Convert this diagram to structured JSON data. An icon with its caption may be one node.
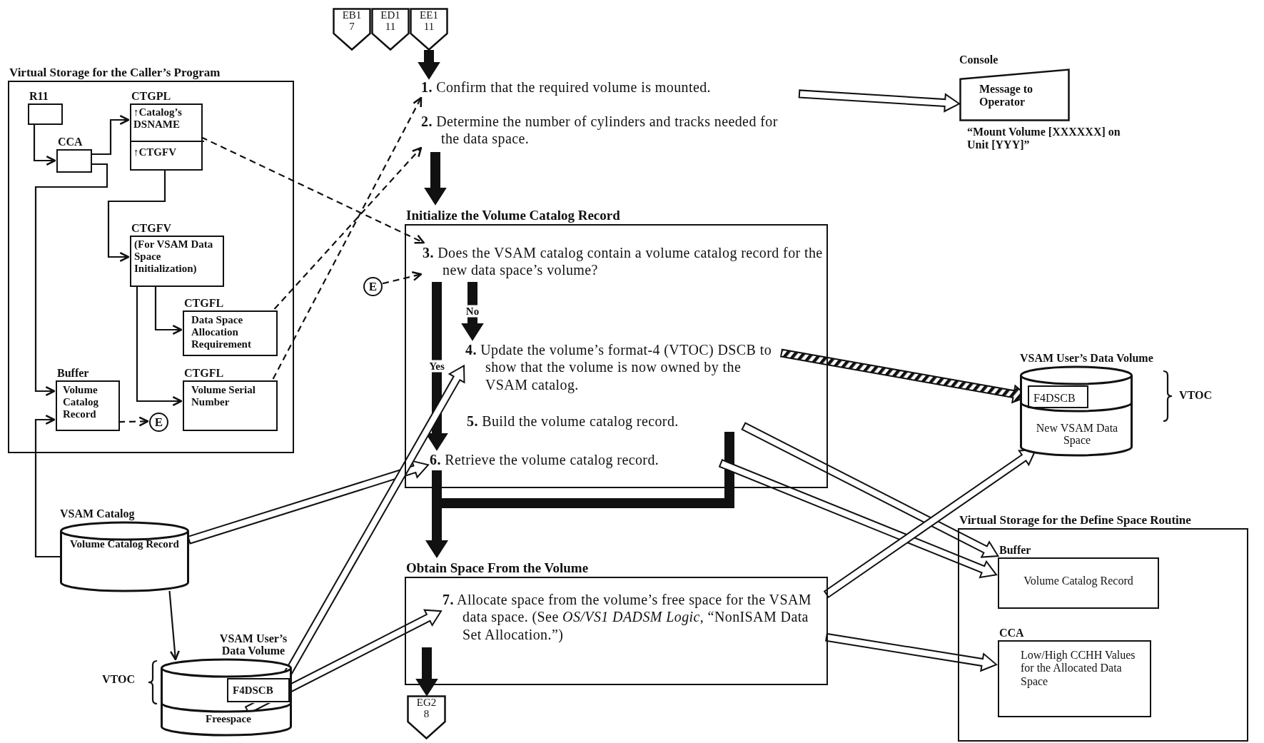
{
  "diagram": {
    "nodes": [
      {
        "text": [
          "Virtual Storage for the Caller’s Program"
        ]
      },
      {
        "text": [
          "R11"
        ],
        "in": 0
      },
      {
        "text": [
          "CCA"
        ],
        "in": 0
      },
      {
        "text": [
          "CTGPL"
        ],
        "in": 0
      },
      {
        "text": [
          "↑Catalog’s DSNAME"
        ],
        "in": 3
      },
      {
        "text": [
          "↑CTGFV"
        ],
        "in": 3
      },
      {
        "text": [
          "CTGFV",
          "(For VSAM Data Space Initialization)"
        ],
        "in": 0
      },
      {
        "text": [
          "CTGFL",
          "Data Space Allocation Requirement"
        ],
        "in": 0
      },
      {
        "text": [
          "CTGFL",
          "Volume Serial Number"
        ],
        "in": 0
      },
      {
        "text": [
          "Buffer",
          "Volume Catalog Record"
        ],
        "in": 0
      },
      {
        "text": [
          "E"
        ],
        "in": 0
      },
      {
        "text": [
          "VSAM Catalog",
          "Volume Catalog Record"
        ]
      },
      {
        "text": [
          "VSAM User’s Data Volume"
        ],
        "beside": [
          "VTOC"
        ]
      },
      {
        "text": [
          "F4DSCB"
        ],
        "in": 12
      },
      {
        "text": [
          "Freespace"
        ],
        "in": 12
      },
      {
        "text": [
          "EB1",
          "7"
        ]
      },
      {
        "text": [
          "ED1",
          "11"
        ]
      },
      {
        "text": [
          "EE1",
          "11"
        ]
      },
      {
        "text": [
          "**1.** Confirm that the required volume is mounted."
        ]
      },
      {
        "text": [
          "**2.** Determine the number of cylinders and tracks needed for the data space."
        ]
      },
      {
        "text": [
          "Console",
          "Message to Operator"
        ],
        "beside": [
          "“Mount Volume [XXXXXX] on Unit [YYY]”"
        ]
      },
      {
        "text": [
          "Initialize the Volume Catalog Record"
        ]
      },
      {
        "text": [
          "**3.** Does the VSAM catalog contain a volume catalog record for the new data space’s volume?"
        ],
        "in": 21
      },
      {
        "text": [
          "**4.** Update the volume’s format-4 (VTOC) DSCB to show that the volume is now owned by the VSAM catalog."
        ],
        "in": 21
      },
      {
        "text": [
          "**5.** Build the volume catalog record."
        ],
        "in": 21
      },
      {
        "text": [
          "**6.** Retrieve the volume catalog record."
        ],
        "in": 21
      },
      {
        "text": [
          "Obtain Space From the Volume"
        ]
      },
      {
        "text": [
          "**7.** Allocate space from the volume’s free space for the VSAM data space. (See *OS/VS1 DADSM Logic*, “NonISAM Data Set Allocation.”)"
        ],
        "in": 26
      },
      {
        "text": [
          "EG2",
          "8"
        ]
      },
      {
        "text": [
          "VSAM User’s Data Volume"
        ],
        "beside": [
          "VTOC"
        ]
      },
      {
        "text": [
          "F4DSCB"
        ],
        "in": 29
      },
      {
        "text": [
          "New VSAM Data Space"
        ],
        "in": 29
      },
      {
        "text": [
          "Virtual Storage for the Define Space Routine"
        ]
      },
      {
        "text": [
          "Buffer",
          "Volume Catalog Record"
        ],
        "in": 32
      },
      {
        "text": [
          "CCA",
          "Low/High CCHH Values for the Allocated Data Space"
        ],
        "in": 32
      },
      {
        "text": [
          "E"
        ]
      }
    ],
    "edges": [
      {
        "from": 1,
        "to": 2,
        "arrow": "to"
      },
      {
        "from": 2,
        "to": 4,
        "arrow": "to"
      },
      {
        "from": 2,
        "to": 9,
        "arrow": "to"
      },
      {
        "from": 5,
        "to": 6,
        "arrow": "to"
      },
      {
        "from": 6,
        "to": 7,
        "arrow": "to"
      },
      {
        "from": 6,
        "to": 8,
        "arrow": "to"
      },
      {
        "from": 11,
        "to": 9,
        "arrow": "to"
      },
      {
        "from": 9,
        "to": 10,
        "arrow": "to",
        "style": "dashed"
      },
      {
        "from": 4,
        "to": 22,
        "arrow": "to",
        "style": "dashed"
      },
      {
        "from": 8,
        "to": 18,
        "arrow": "to",
        "style": "dashed"
      },
      {
        "from": 7,
        "to": 19,
        "arrow": "to",
        "style": "dashed"
      },
      {
        "from": 35,
        "to": 22,
        "arrow": "to",
        "style": "dashed"
      },
      {
        "from": 17,
        "to": 18,
        "arrow": "to",
        "style": "thick"
      },
      {
        "from": 18,
        "to": 20,
        "arrow": "to"
      },
      {
        "from": 19,
        "to": 21,
        "arrow": "to",
        "style": "thick"
      },
      {
        "from": 22,
        "to": 25,
        "arrow": "to",
        "style": "thick",
        "label": "Yes"
      },
      {
        "from": 22,
        "to": 23,
        "arrow": "to",
        "style": "thick",
        "label": "No"
      },
      {
        "from": 24,
        "to": 26,
        "arrow": "to",
        "style": "thick"
      },
      {
        "from": 25,
        "to": 26,
        "arrow": "to",
        "style": "thick"
      },
      {
        "from": 27,
        "to": 28,
        "arrow": "to",
        "style": "thick"
      },
      {
        "from": 11,
        "to": 12,
        "arrow": "to"
      },
      {
        "from": 11,
        "to": 25,
        "arrow": "to"
      },
      {
        "from": 13,
        "to": 23,
        "arrow": "to"
      },
      {
        "from": 14,
        "to": 27,
        "arrow": "to"
      },
      {
        "from": 23,
        "to": 30,
        "arrow": "to"
      },
      {
        "from": 24,
        "to": 33,
        "arrow": "to"
      },
      {
        "from": 25,
        "to": 33,
        "arrow": "to"
      },
      {
        "from": 27,
        "to": 31,
        "arrow": "to"
      },
      {
        "from": 27,
        "to": 34,
        "arrow": "to"
      }
    ]
  }
}
